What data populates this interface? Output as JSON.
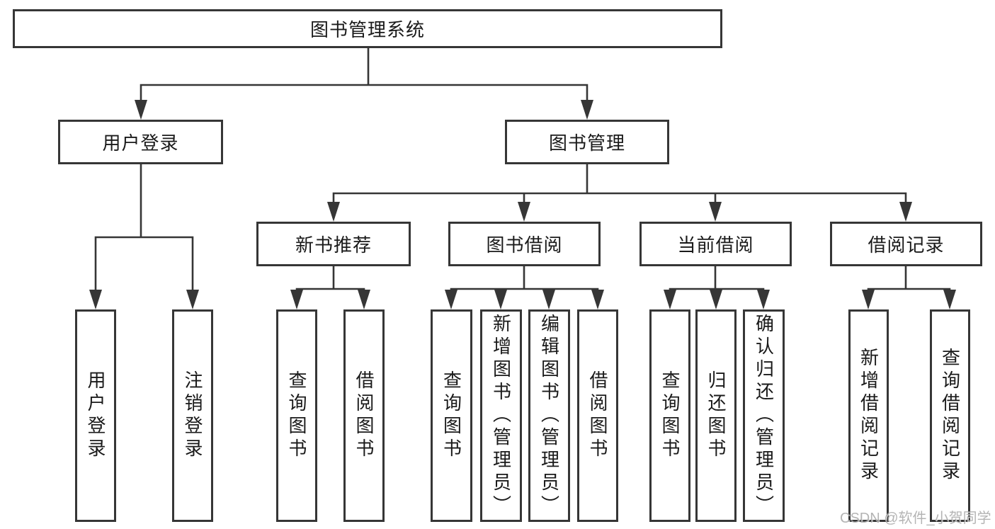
{
  "colors": {
    "line": "#363636",
    "text": "#1a1a1a",
    "watermark": "#a8a8a8",
    "background": "#ffffff"
  },
  "tree": {
    "root": {
      "label": "图书管理系统"
    },
    "branches": [
      {
        "label": "用户登录",
        "children": [
          {
            "label": "用户登录"
          },
          {
            "label": "注销登录"
          }
        ]
      },
      {
        "label": "图书管理",
        "sections": [
          {
            "label": "新书推荐",
            "children": [
              {
                "label": "查询图书"
              },
              {
                "label": "借阅图书"
              }
            ]
          },
          {
            "label": "图书借阅",
            "children": [
              {
                "label": "查询图书"
              },
              {
                "label": "新增图书（管理员）"
              },
              {
                "label": "编辑图书（管理员）"
              },
              {
                "label": "借阅图书"
              }
            ]
          },
          {
            "label": "当前借阅",
            "children": [
              {
                "label": "查询图书"
              },
              {
                "label": "归还图书"
              },
              {
                "label": "确认归还（管理员）"
              }
            ]
          },
          {
            "label": "借阅记录",
            "children": [
              {
                "label": "新增借阅记录"
              },
              {
                "label": "查询借阅记录"
              }
            ]
          }
        ]
      }
    ]
  },
  "watermark": {
    "text": "CSDN @软件_小贺同学"
  }
}
